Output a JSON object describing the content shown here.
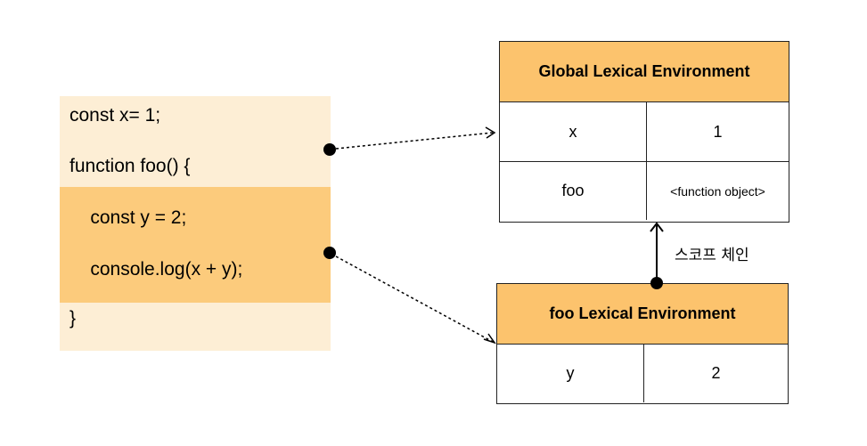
{
  "code": {
    "lines": [
      "const x= 1;",
      "function foo() {",
      "    const y = 2;",
      "    console.log(x + y);",
      "}"
    ]
  },
  "global_env": {
    "title": "Global Lexical Environment",
    "rows": [
      {
        "key": "x",
        "value": "1"
      },
      {
        "key": "foo",
        "value": "<function object>"
      }
    ]
  },
  "foo_env": {
    "title": "foo Lexical Environment",
    "rows": [
      {
        "key": "y",
        "value": "2"
      }
    ]
  },
  "scope_chain_label": "스코프 체인",
  "colors": {
    "code_background": "#fdeed5",
    "code_highlight": "#fccb7c",
    "header_fill": "#fcc36d"
  }
}
